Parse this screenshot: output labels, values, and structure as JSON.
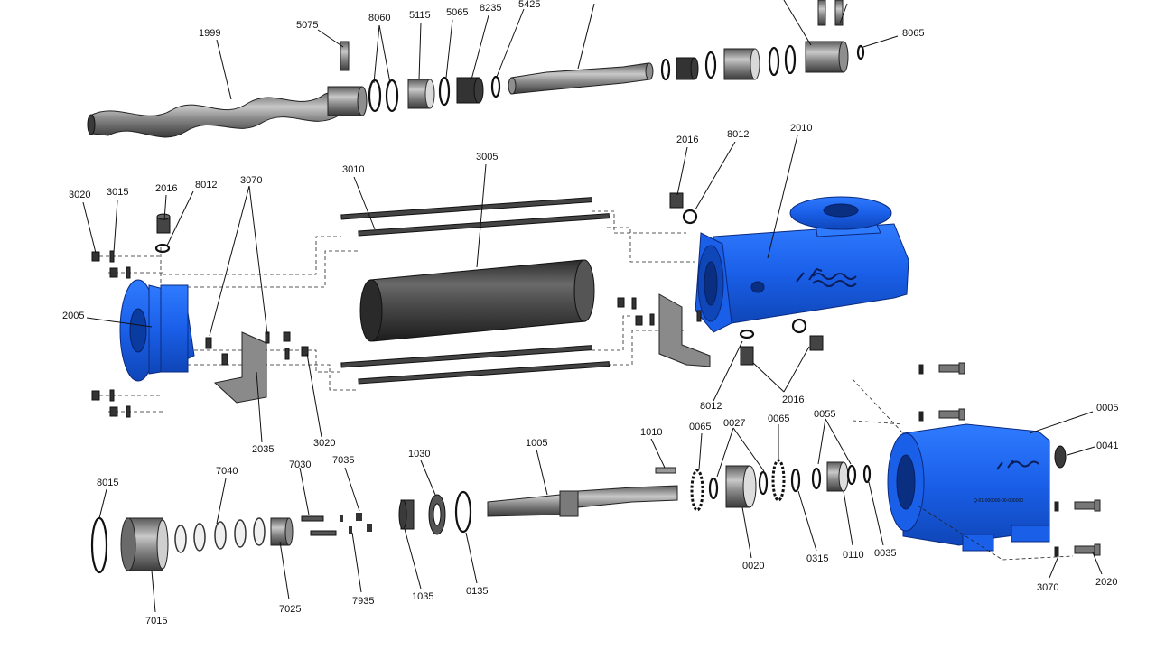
{
  "figure": {
    "callouts": {
      "c1999": "1999",
      "c5075": "5075",
      "c8060": "8060",
      "c5115": "5115",
      "c5065": "5065",
      "c8235": "8235",
      "c5425": "5425",
      "c8065": "8065",
      "c3020a": "3020",
      "c3015": "3015",
      "c2016a": "2016",
      "c8012a": "8012",
      "c3070a": "3070",
      "c3010": "3010",
      "c3005": "3005",
      "c2016b": "2016",
      "c8012b": "8012",
      "c2010": "2010",
      "c2005": "2005",
      "c2035": "2035",
      "c3020b": "3020",
      "c8012c": "8012",
      "c2016c": "2016",
      "c0005": "0005",
      "c0041": "0041",
      "c0065a": "0065",
      "c0027": "0027",
      "c0065b": "0065",
      "c0055": "0055",
      "c1010": "1010",
      "c1005": "1005",
      "c1030": "1030",
      "c8015": "8015",
      "c7040": "7040",
      "c7030": "7030",
      "c7035": "7035",
      "c7015": "7015",
      "c7025": "7025",
      "c7935": "7935",
      "c1035": "1035",
      "c0135": "0135",
      "c0020": "0020",
      "c0315": "0315",
      "c0110": "0110",
      "c0035": "0035",
      "c3070b": "3070",
      "c2020": "2020"
    },
    "housing_marking": "Q-01-000000-00-000000"
  }
}
